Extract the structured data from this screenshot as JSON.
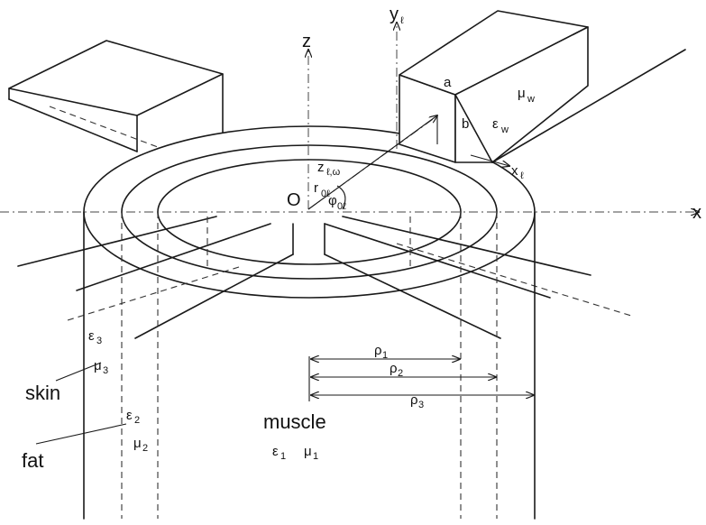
{
  "axes": {
    "z": "z",
    "x": "x",
    "yl": "y",
    "yl_sub": "ℓ",
    "xl": "x",
    "xl_sub": "ℓ",
    "zl": "z",
    "zl_sub": "ℓ,ω",
    "origin": "O",
    "r0l": "r",
    "r0l_sub": "0ℓ",
    "phi0l": "φ",
    "phi0l_sub": "0ℓ"
  },
  "waveguide": {
    "a": "a",
    "b": "b",
    "mu": "μ",
    "mu_sub": "w",
    "eps": "ε",
    "eps_sub": "w"
  },
  "radii": [
    {
      "sym": "ρ",
      "sub": "1"
    },
    {
      "sym": "ρ",
      "sub": "2"
    },
    {
      "sym": "ρ",
      "sub": "3"
    }
  ],
  "layers": {
    "skin": {
      "label": "skin",
      "eps": "ε",
      "eps_sub": "3",
      "mu": "μ",
      "mu_sub": "3"
    },
    "fat": {
      "label": "fat",
      "eps": "ε",
      "eps_sub": "2",
      "mu": "μ",
      "mu_sub": "2"
    },
    "muscle": {
      "label": "muscle",
      "eps": "ε",
      "eps_sub": "1",
      "mu": "μ",
      "mu_sub": "1"
    }
  }
}
